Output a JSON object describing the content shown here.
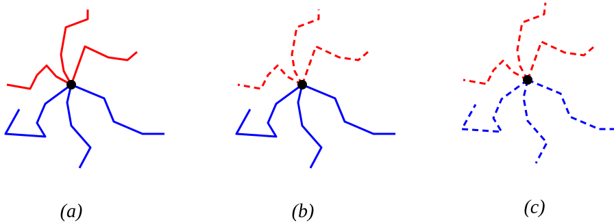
{
  "colors": {
    "red": "#ff0000",
    "blue": "#0000ff",
    "center": "#000000"
  },
  "panels": [
    {
      "caption": "(a)",
      "red_style": "solid",
      "blue_style": "solid"
    },
    {
      "caption": "(b)",
      "red_style": "dashed",
      "blue_style": "solid"
    },
    {
      "caption": "(c)",
      "red_style": "dashed",
      "blue_style": "dashed"
    }
  ]
}
